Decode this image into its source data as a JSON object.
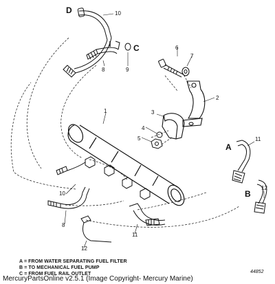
{
  "callouts": {
    "d": "D",
    "c": "C",
    "a": "A",
    "b": "B",
    "n1": "1",
    "n2": "2",
    "n3": "3",
    "n4": "4",
    "n5": "5",
    "n6": "6",
    "n7": "7",
    "n8_top": "8",
    "n9": "9",
    "n10_top": "10",
    "n10_bottom": "10",
    "n8_bottom": "8",
    "n11_center": "11",
    "n11_right": "11",
    "n12_bottom": "12",
    "n12_right": "12"
  },
  "legend": {
    "a": "A = FROM WATER SEPARATING FUEL FILTER",
    "b": "B = TO MECHANICAL FUEL PUMP",
    "c": "C = FROM FUEL RAIL OUTLET"
  },
  "figure_number": "44852",
  "footer": "MercuryPartsOnline v2.5.1 (Image Copyright- Mercury Marine)"
}
